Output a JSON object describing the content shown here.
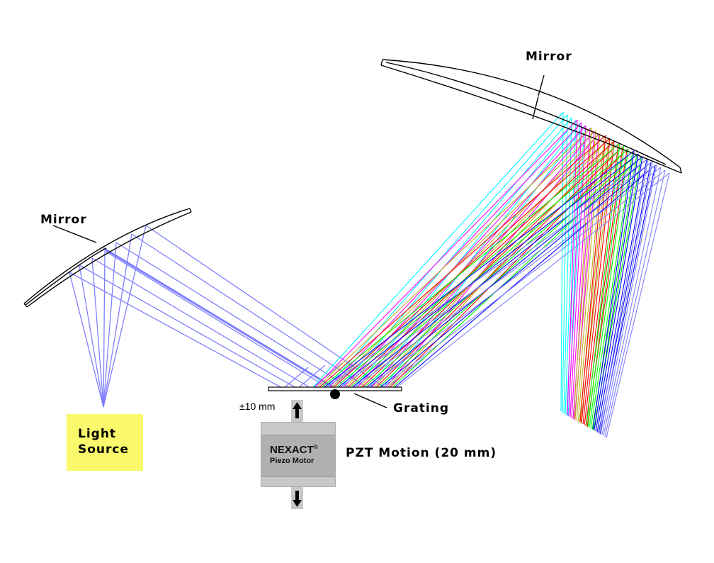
{
  "labels": {
    "mirror_left": "Mirror",
    "mirror_right": "Mirror",
    "grating": "Grating",
    "pzt_motion": "PZT Motion (20 mm)",
    "travel": "±10 mm",
    "light_source_line1": "Light",
    "light_source_line2": "Source"
  },
  "motor": {
    "brand": "NEXACT",
    "registered": "®",
    "subtitle": "Piezo Motor"
  },
  "colors": {
    "incident_ray": "#7f7fff",
    "light_source_bg": "#f9f96b",
    "wavelengths": [
      "#00ffff",
      "#ff00ff",
      "#c0b020",
      "#ff0000",
      "#00ff00",
      "#0000ff",
      "#8080ff"
    ]
  },
  "icons": {
    "up_arrow": "arrow-up-icon",
    "down_arrow": "arrow-down-icon",
    "pivot": "pivot-dot-icon"
  }
}
